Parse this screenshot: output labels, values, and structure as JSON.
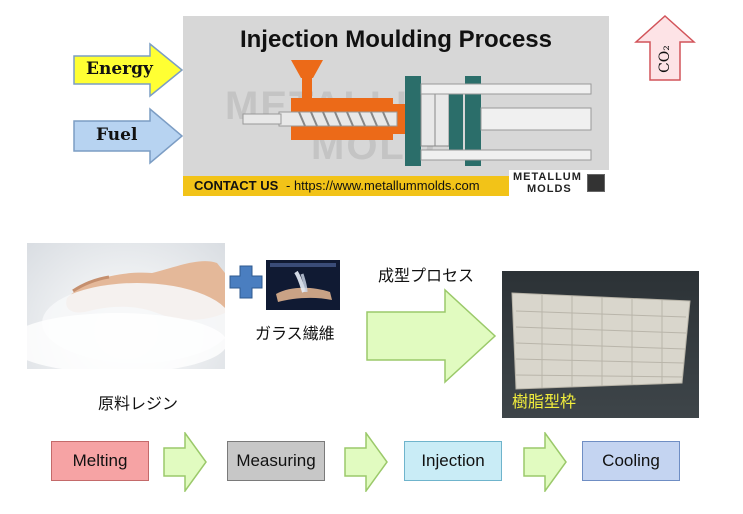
{
  "banner": {
    "title": "Injection Moulding Process",
    "contact_label": "CONTACT US",
    "contact_url": "- https://www.metallummolds.com",
    "logo_line1": "METALLUM",
    "logo_line2": "MOLDS",
    "watermark_line1": "METALLUM",
    "watermark_line2": "MOLDS"
  },
  "inputs": {
    "energy_label": "Energy",
    "fuel_label": "Fuel"
  },
  "output": {
    "co2_label": "CO₂"
  },
  "materials": {
    "resin_label": "原料レジン",
    "glass_fiber_label": "ガラス繊維",
    "molding_process_label": "成型プロセス",
    "product_label": "樹脂型枠"
  },
  "steps": [
    {
      "label": "Melting",
      "color": "#f6a3a4"
    },
    {
      "label": "Measuring",
      "color": "#c7c7c7"
    },
    {
      "label": "Injection",
      "color": "#c9ecf6"
    },
    {
      "label": "Cooling",
      "color": "#c4d4f1"
    }
  ],
  "colors": {
    "energy_arrow": "#ffff33",
    "fuel_arrow": "#b7d3f1",
    "co2_arrow": "#fde3e6",
    "flow_arrow": "#e1fbc0",
    "plus": "#4a7ec0",
    "banner_bar": "#f2c318",
    "banner_bg": "#d7d7d7"
  }
}
